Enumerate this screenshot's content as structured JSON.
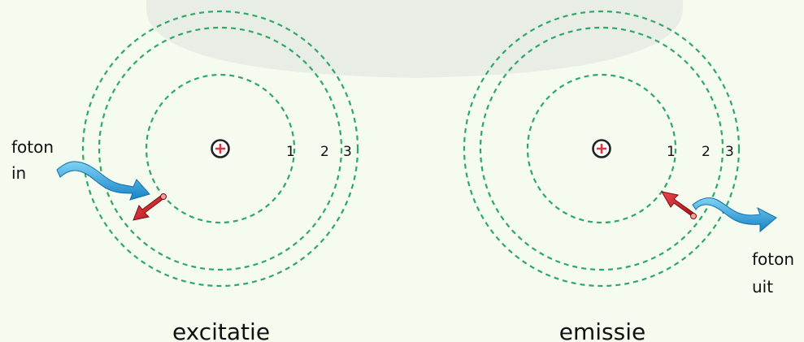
{
  "colors": {
    "background": "#f5fbef",
    "header_band": "#e8eee6",
    "orbit": "#2ea866",
    "nucleus_ring": "#222222",
    "nucleus_plus": "#e0353f",
    "photon": "#1f9ed8",
    "electron_arrow": "#d21f26"
  },
  "left_atom": {
    "shell_labels": [
      "1",
      "2",
      "3"
    ],
    "photon_label": [
      "foton",
      "in"
    ],
    "caption": "excitatie",
    "icons": {
      "nucleus": "nucleus-icon",
      "photon": "photon-wave-icon",
      "arrow": "electron-jump-arrow-icon"
    }
  },
  "right_atom": {
    "shell_labels": [
      "1",
      "2",
      "3"
    ],
    "photon_label": [
      "foton",
      "uit"
    ],
    "caption": "emissie",
    "icons": {
      "nucleus": "nucleus-icon",
      "photon": "photon-wave-icon",
      "arrow": "electron-jump-arrow-icon"
    }
  }
}
